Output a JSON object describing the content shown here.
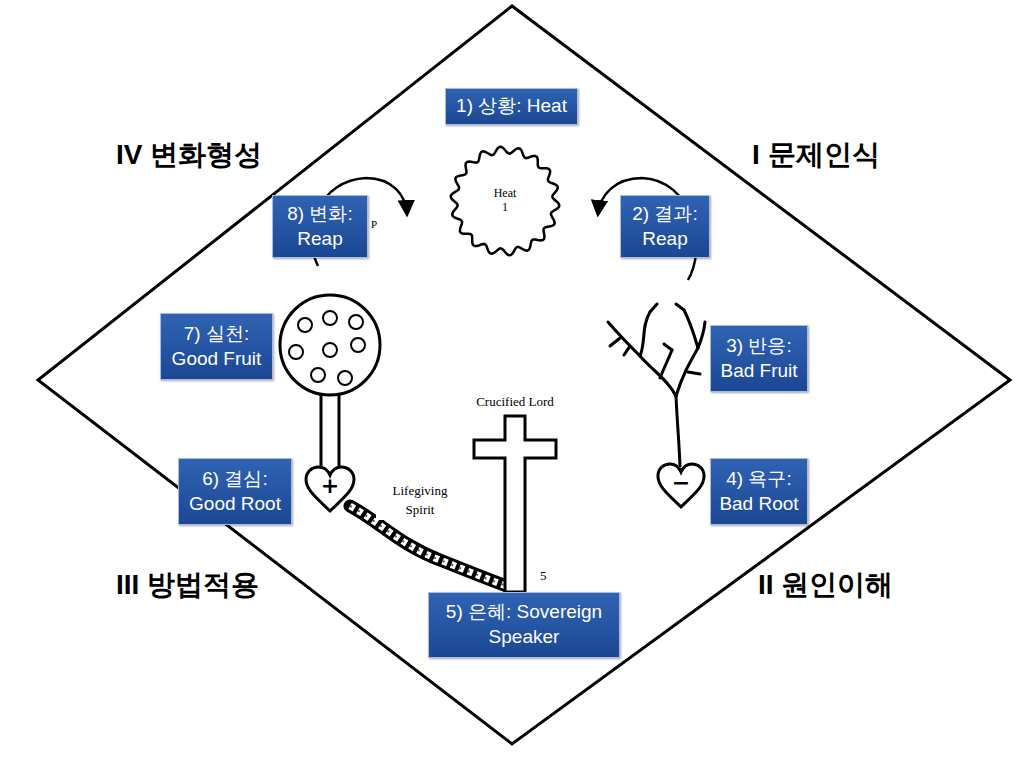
{
  "diagram": {
    "nodes": [
      {
        "text": [
          "1) 상황: Heat"
        ]
      },
      {
        "text": [
          "Heat",
          "1"
        ]
      },
      {
        "text": [
          "8) 변화: Reap"
        ]
      },
      {
        "text": [
          "2) 결과: Reap"
        ]
      },
      {
        "text": [
          "7) 실천: Good Fruit"
        ]
      },
      {
        "text": [
          "3) 반응: Bad Fruit"
        ]
      },
      {
        "text": [
          "+"
        ]
      },
      {
        "text": [
          "6) 결심: Good Root"
        ]
      },
      {
        "text": [
          "−"
        ]
      },
      {
        "text": [
          "4) 욕구: Bad Root"
        ]
      },
      {
        "text": [
          "5) 은혜: Sovereign Speaker"
        ]
      }
    ],
    "labels": [
      "IV 변화형성",
      "I 문제인식",
      "III 방법적용",
      "II 원인이해",
      "Crucified Lord",
      "Lifegiving Spirit",
      "5",
      "P"
    ]
  }
}
